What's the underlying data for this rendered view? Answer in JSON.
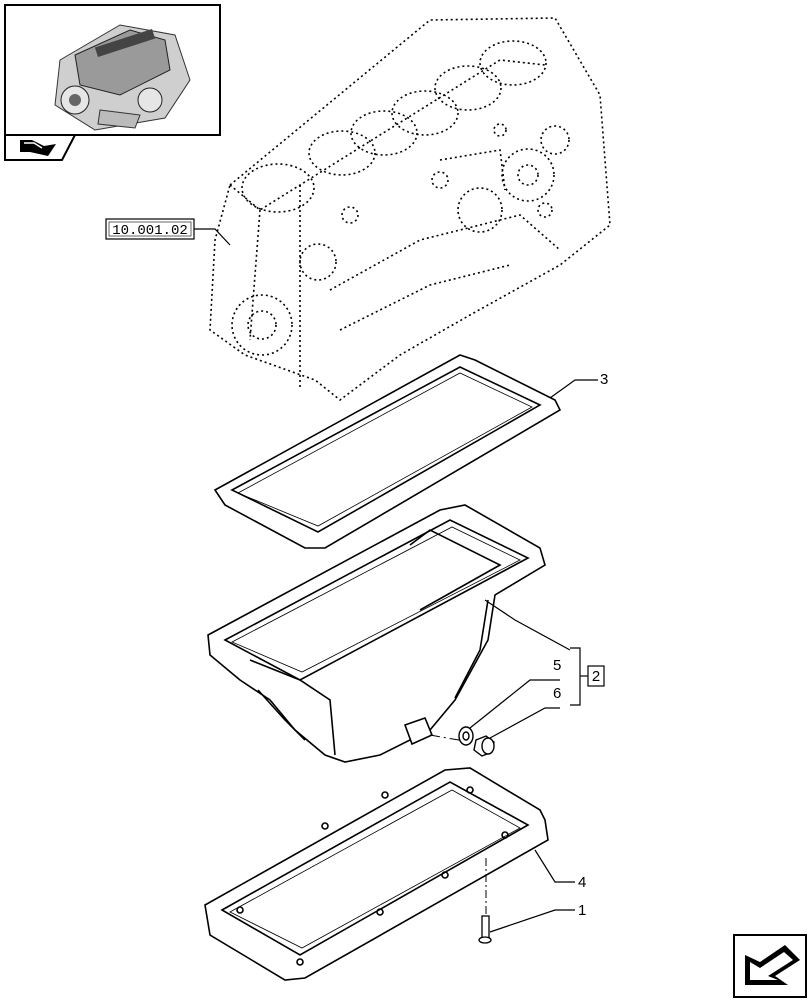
{
  "diagram": {
    "reference_box": {
      "label": "10.001.02"
    },
    "group_box": {
      "label": "2"
    },
    "callouts": [
      {
        "label": "3",
        "part": "upper-gasket"
      },
      {
        "label": "5",
        "part": "drain-plug-washer"
      },
      {
        "label": "6",
        "part": "drain-plug"
      },
      {
        "label": "4",
        "part": "lower-frame"
      },
      {
        "label": "1",
        "part": "screw"
      }
    ],
    "icons": {
      "thumbnail": "engine-thumbnail-icon",
      "catalog": "catalog-book-icon",
      "nav": "next-page-arrow-icon"
    }
  }
}
